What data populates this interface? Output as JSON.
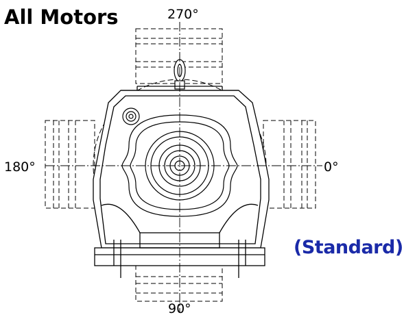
{
  "title": "All Motors",
  "angles": {
    "top": "270°",
    "left": "180°",
    "right": "0°",
    "bottom": "90°"
  },
  "standard_label": "(Standard)",
  "colors": {
    "line": "#000000",
    "accent": "#1a2aa8"
  }
}
